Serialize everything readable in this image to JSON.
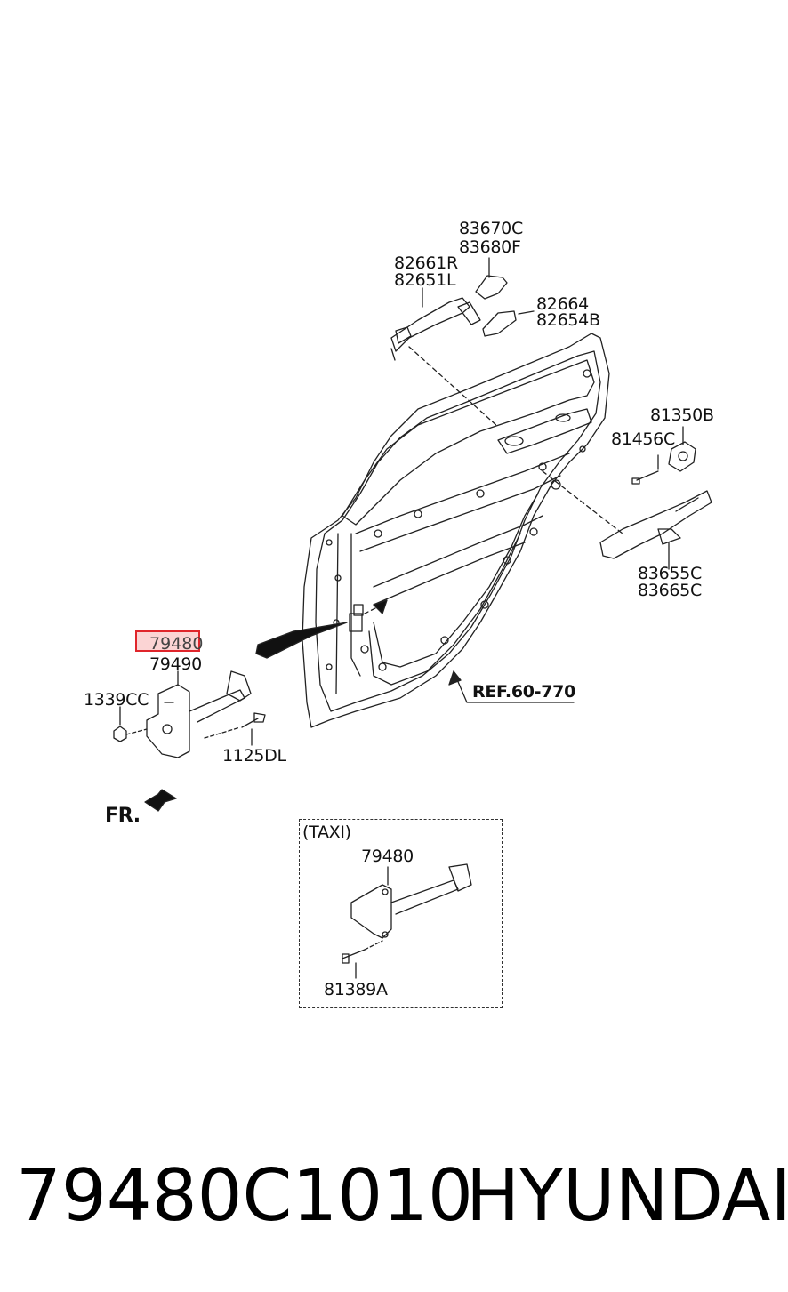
{
  "diagram": {
    "labels": {
      "p83670C": "83670C",
      "p83680F": "83680F",
      "p82661R": "82661R",
      "p82651L": "82651L",
      "p82664": "82664",
      "p82654B": "82654B",
      "p81350B": "81350B",
      "p81456C": "81456C",
      "p83655C": "83655C",
      "p83665C": "83665C",
      "ref": "REF.60-770",
      "p79480_highlight": "79480",
      "p79490": "79490",
      "p1339CC": "1339CC",
      "p1125DL": "1125DL",
      "fr": "FR."
    },
    "taxi": {
      "title": "(TAXI)",
      "part": "79480",
      "bolt": "81389A"
    }
  },
  "footer": {
    "part_number": "79480C1010",
    "brand": "HYUNDAI"
  }
}
